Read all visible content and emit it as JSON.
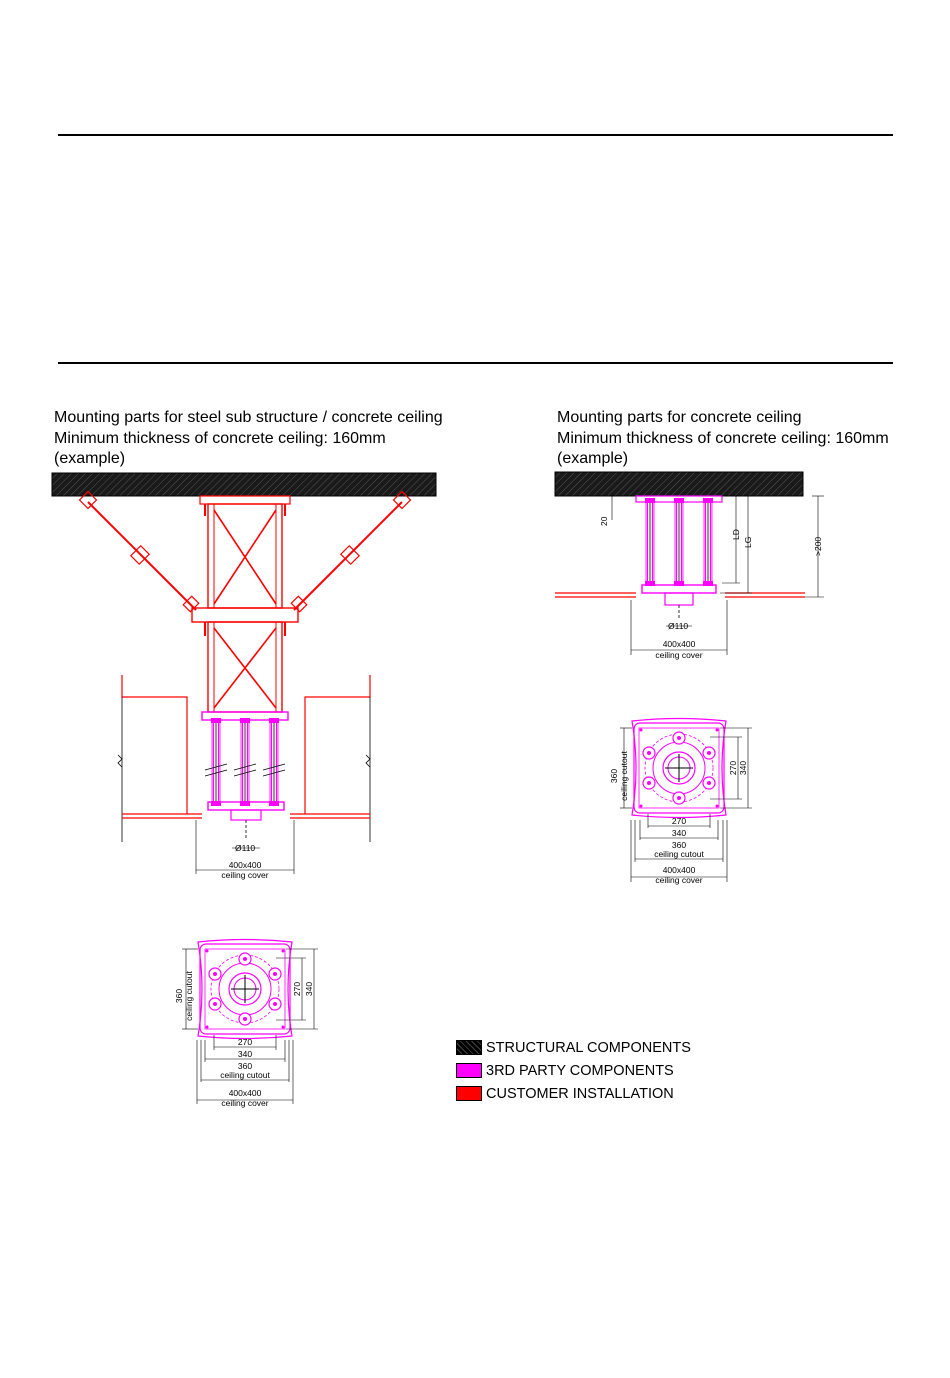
{
  "left_caption": {
    "line1": "Mounting parts for steel sub structure / concrete ceiling",
    "line2": "Minimum thickness of concrete ceiling: 160mm",
    "line3": "(example)"
  },
  "right_caption": {
    "line1": "Mounting parts for concrete ceiling",
    "line2": "Minimum thickness of concrete ceiling: 160mm",
    "line3": "(example)"
  },
  "left_section": {
    "dia_label": "Ø110",
    "cover_dim": "400x400",
    "cover_label": "ceiling cover"
  },
  "right_section": {
    "dim_20": "20",
    "dim_ld": "LD",
    "dim_lg": "LG",
    "dim_200": ">200",
    "dia_label": "Ø110",
    "cover_dim": "400x400",
    "cover_label": "ceiling cover"
  },
  "plan_view": {
    "d270": "270",
    "d340": "340",
    "d360": "360",
    "cutout_label": "ceiling cutout",
    "d400": "400x400",
    "cover_label": "ceiling cover",
    "side_360": "360",
    "side_cutout": "ceiling cutout",
    "side_270": "270",
    "side_340": "340"
  },
  "legend": [
    {
      "label": "STRUCTURAL COMPONENTS",
      "color": "#000000"
    },
    {
      "label": "3RD PARTY COMPONENTS",
      "color": "#ff00ff"
    },
    {
      "label": "CUSTOMER INSTALLATION",
      "color": "#ff0000"
    }
  ]
}
